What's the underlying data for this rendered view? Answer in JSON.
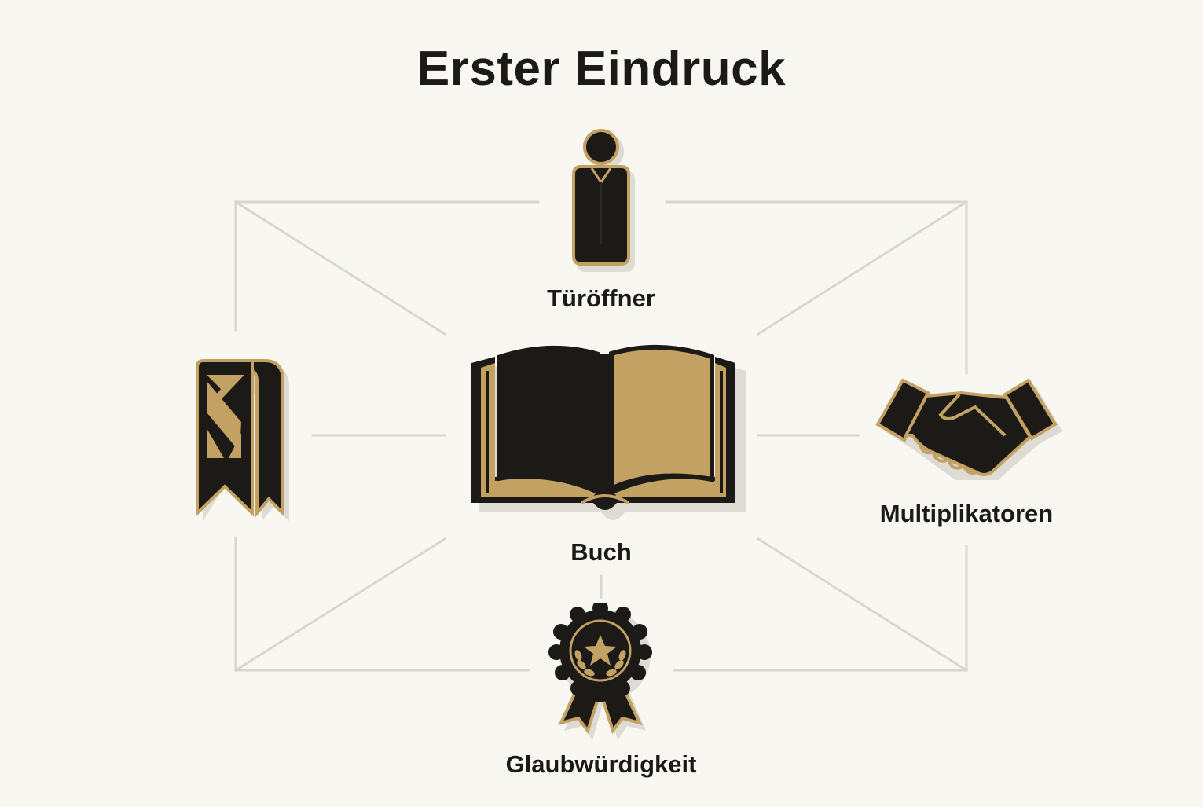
{
  "title": "Erster Eindruck",
  "nodes": {
    "top": {
      "label": "Türöffner",
      "icon": "person-icon"
    },
    "center": {
      "label": "Buch",
      "icon": "open-book-icon"
    },
    "right": {
      "label": "Multiplikatoren",
      "icon": "handshake-icon"
    },
    "bottom": {
      "label": "Glaubwürdigkeit",
      "icon": "award-seal-icon"
    },
    "left": {
      "label": "",
      "icon": "bookmark-ribbon-icon"
    }
  },
  "colors": {
    "background": "#f8f7f2",
    "ink": "#1c1a17",
    "gold": "#c2a163",
    "connector": "#d9d6cf",
    "shadow": "#dedbd4"
  }
}
